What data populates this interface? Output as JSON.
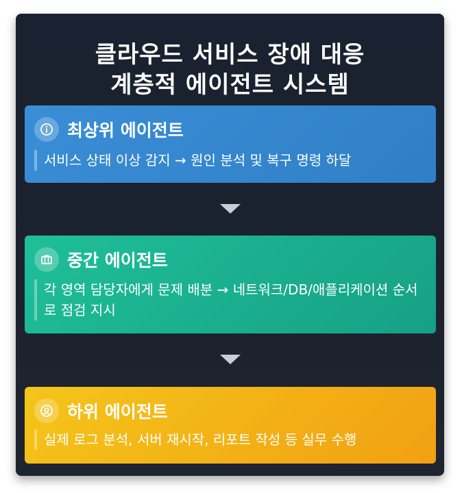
{
  "title": {
    "line1": "클라우드 서비스 장애 대응",
    "line2": "계층적 에이전트 시스템"
  },
  "levels": [
    {
      "title": "최상위 에이전트",
      "icon": "info-circle-icon",
      "description": "서비스 상태 이상 감지 → 원인 분석 및 복구 명령 하달",
      "color": "#3a8ed6"
    },
    {
      "title": "중간 에이전트",
      "icon": "briefcase-icon",
      "description": "각 영역 담당자에게 문제 배분 → 네트워크/DB/애플리케이션 순서로 점검 지시",
      "color": "#1fbf98"
    },
    {
      "title": "하위 에이전트",
      "icon": "user-circle-icon",
      "description": "실제 로그 분석, 서버 재시작, 리포트 작성 등 실무 수행",
      "color": "#f4c51a"
    }
  ]
}
